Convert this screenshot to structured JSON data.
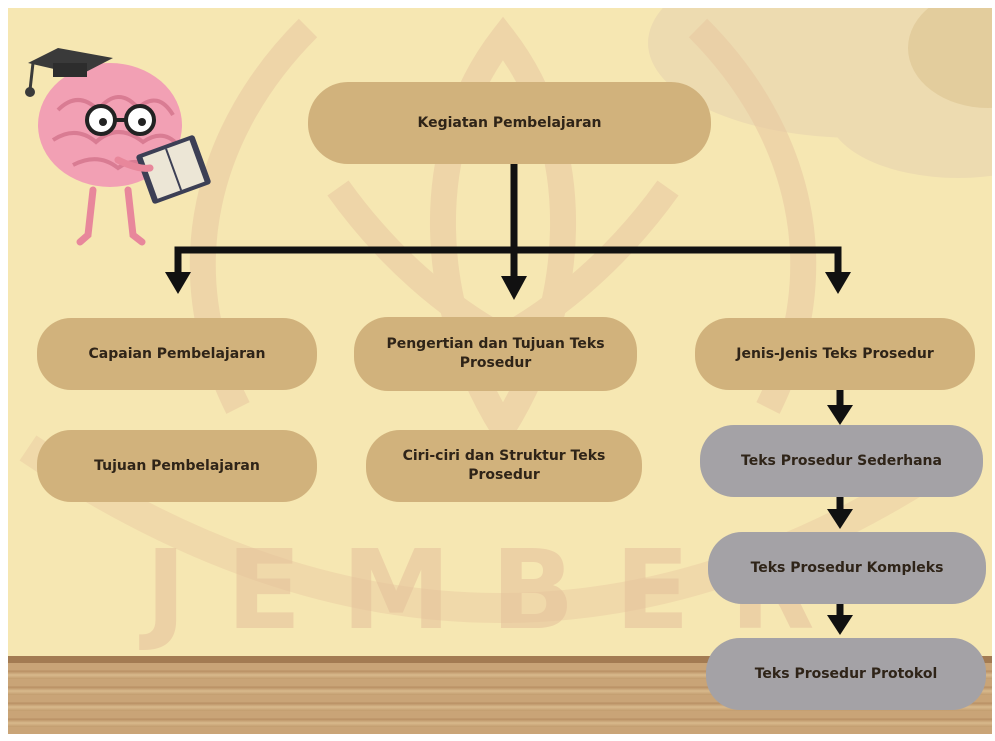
{
  "diagram": {
    "root": {
      "label": "Kegiatan Pembelajaran"
    },
    "left_column": [
      {
        "label": "Capaian Pembelajaran"
      },
      {
        "label": "Tujuan Pembelajaran"
      }
    ],
    "middle_column": [
      {
        "label": "Pengertian dan Tujuan Teks Prosedur"
      },
      {
        "label": "Ciri-ciri dan Struktur Teks Prosedur"
      }
    ],
    "right_column": {
      "head": {
        "label": "Jenis-Jenis Teks Prosedur"
      },
      "items": [
        {
          "label": "Teks Prosedur Sederhana"
        },
        {
          "label": "Teks Prosedur Kompleks"
        },
        {
          "label": "Teks Prosedur Protokol"
        }
      ]
    }
  },
  "watermark": {
    "text": "JEMBER"
  },
  "colors": {
    "background": "#f6e7b2",
    "node_tan": "#d1b27c",
    "node_grey": "#a4a2a6",
    "connector": "#111111",
    "brain_pink": "#f2a0b4"
  },
  "illustration": {
    "icon": "brain-with-graduation-cap-reading-book-icon"
  }
}
